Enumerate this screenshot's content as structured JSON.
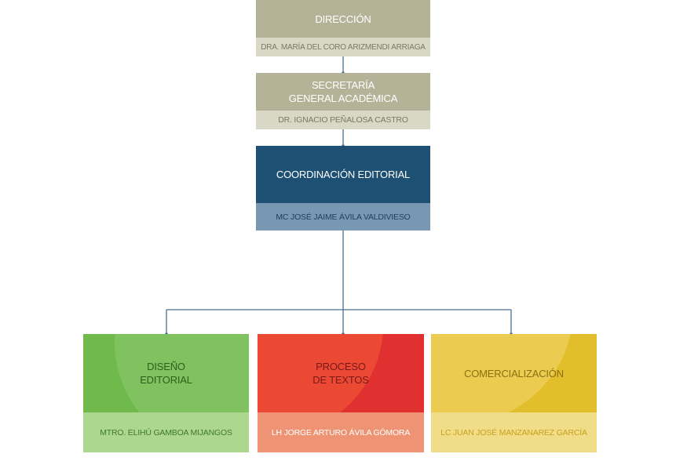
{
  "colors": {
    "connector": "#4a6f95",
    "olive_top": "#b4b398",
    "olive_bottom": "#d9d8c6",
    "blue_top": "#1d5072",
    "blue_bottom": "#7897b2",
    "green_top": "#6fba4a",
    "green_bottom": "#acd78f",
    "red_top": "#e03030",
    "red_bottom": "#ee9474",
    "yellow_top": "#e2bd2c",
    "yellow_bottom": "#f1dc88"
  },
  "direccion": {
    "title": "DIRECCIÓN",
    "person": "DRA. MARÍA DEL CORO ARIZMENDI ARRIAGA"
  },
  "secretaria": {
    "title": "SECRETARÍA\nGENERAL ACADÉMICA",
    "person": "DR. IGNACIO PEÑALOSA CASTRO"
  },
  "coordinacion": {
    "title": "COORDINACIÓN EDITORIAL",
    "person": "MC JOSÉ JAIME ÁVILA VALDIVIESO"
  },
  "diseno": {
    "title": "DISEÑO\nEDITORIAL",
    "person": "MTRO. ELIHÚ GAMBOA MIJANGOS"
  },
  "proceso": {
    "title": "PROCESO\nDE TEXTOS",
    "person": "LH JORGE ARTURO ÁVILA GÓMORA"
  },
  "comercializacion": {
    "title": "COMERCIALIZACIÓN",
    "person": "LC JUAN JOSÉ MANZANAREZ GARCÍA"
  }
}
